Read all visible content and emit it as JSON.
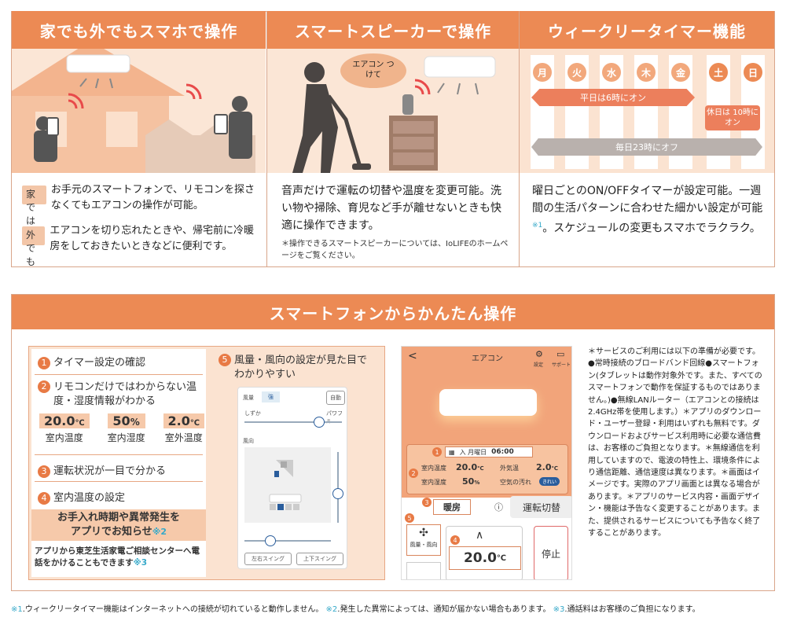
{
  "top_panels": [
    {
      "title": "家でも外でもスマホで操作"
    },
    {
      "title": "スマートスピーカーで操作"
    },
    {
      "title": "ウィークリータイマー機能"
    }
  ],
  "panel1": {
    "home_label": "家では",
    "home_text": "お手元のスマートフォンで、リモコンを探さなくてもエアコンの操作が可能。",
    "out_label": "外でも",
    "out_text": "エアコンを切り忘れたときや、帰宅前に冷暖房をしておきたいときなどに便利です。"
  },
  "panel2": {
    "bubble": "エアコン つけて",
    "text": "音声だけで運転の切替や温度を変更可能。洗い物や掃除、育児など手が離せないときも快適に操作できます。",
    "note": "＊操作できるスマートスピーカーについては、IoLIFEのホームページをご覧ください。"
  },
  "panel3": {
    "days": [
      "月",
      "火",
      "水",
      "木",
      "金",
      "土",
      "日"
    ],
    "weekday_bar": "平日は6時にオン",
    "holiday_bar": "休日は 10時にオン",
    "daily_bar": "毎日23時にオフ",
    "text_a": "曜日ごとのON/OFFタイマーが設定可能。一週間の生活パターンに合わせた細かい設定が可能",
    "text_ref": "※1",
    "text_b": "。スケジュールの変更もスマホでラクラク。"
  },
  "bottom": {
    "title": "スマートフォンからかんたん操作",
    "items": {
      "i1": "タイマー設定の確認",
      "i2": "リモコンだけではわからない温度・湿度情報がわかる",
      "i3": "運転状況が一目で分かる",
      "i4": "室内温度の設定",
      "i5": "風量・風向の設定が見た目でわかりやすい"
    },
    "readings": [
      {
        "value": "20.0",
        "unit": "℃",
        "label": "室内温度"
      },
      {
        "value": "50",
        "unit": "%",
        "label": "室内湿度"
      },
      {
        "value": "2.0",
        "unit": "℃",
        "label": "室外温度"
      }
    ],
    "notice_a": "お手入れ時期や異常発生を",
    "notice_b": "アプリでお知らせ",
    "notice_ref": "※2",
    "contact": "アプリから東芝生活家電ご相談センターへ電話をかけることもできます",
    "contact_ref": "※3",
    "fan_panel": {
      "label_fan": "風量",
      "label_strong": "強",
      "auto": "自動",
      "quiet": "しずか",
      "power": "パワフル",
      "dir": "風向",
      "lr": "左右スイング",
      "ud": "上下スイング"
    }
  },
  "phone": {
    "back": "<",
    "title": "エアコン",
    "settings": "設定",
    "support": "サポート",
    "timer_day": "入 月曜日",
    "timer_time": "06:00",
    "in_temp_label": "室内温度",
    "in_temp": "20.0",
    "in_temp_unit": "℃",
    "out_temp_label": "外気温",
    "out_temp": "2.0",
    "out_temp_unit": "℃",
    "in_hum_label": "室内湿度",
    "in_hum": "50",
    "in_hum_unit": "%",
    "air_label": "空気の汚れ",
    "air_value": "きれい",
    "mode": "暖房",
    "mode_switch": "運転切替",
    "fan_btn": "風量・風向",
    "set_temp": "20.0",
    "set_unit": "℃",
    "stop": "停止",
    "up": "∧",
    "info": "ⓘ"
  },
  "notes": {
    "text": "＊サービスのご利用には以下の準備が必要です。●常時接続のブロードバンド回線●スマートフォン(タブレットは動作対象外です。また、すべてのスマートフォンで動作を保証するものではありません。)●無線LANルーター（エアコンとの接続は2.4GHz帯を使用します。）＊アプリのダウンロード・ユーザー登録・利用はいずれも無料です。ダウンロードおよびサービス利用時に必要な通信費は、お客様のご負担となります。＊無線通信を利用していますので、電波の特性上、環境条件により通信距離、通信速度は異なります。＊画面はイメージです。実際のアプリ画面とは異なる場合があります。＊アプリのサービス内容・画面デザイン・機能は予告なく変更することがあります。また、提供されるサービスについても予告なく終了することがあります。"
  },
  "footer": {
    "f1_ref": "※1",
    "f1": ".ウィークリータイマー機能はインターネットへの接続が切れていると動作しません。",
    "f2_ref": "※2",
    "f2": ".発生した異常によっては、通知が届かない場合もあります。",
    "f3_ref": "※3",
    "f3": ".通話料はお客様のご負担になります。"
  },
  "colors": {
    "accent": "#ec8a54",
    "light": "#fcefe6",
    "blue": "#36a9c9"
  }
}
